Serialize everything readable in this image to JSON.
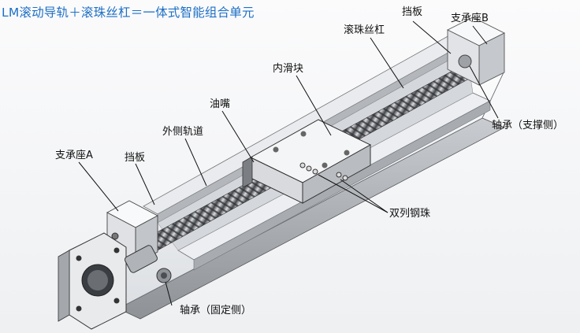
{
  "title": "LM滚动导轨＋滚珠丝杠＝一体式智能组合单元",
  "labels": {
    "stopper_top": "挡板",
    "support_b": "支承座B",
    "ball_screw": "滚珠丝杠",
    "inner_block": "内滑块",
    "bearing_support": "轴承（支撑侧）",
    "grease_nipple": "油嘴",
    "outer_rail": "外侧轨道",
    "support_a": "支承座A",
    "stopper_left": "挡板",
    "double_row_balls": "双列钢珠",
    "bearing_fixed": "轴承（固定侧）"
  }
}
